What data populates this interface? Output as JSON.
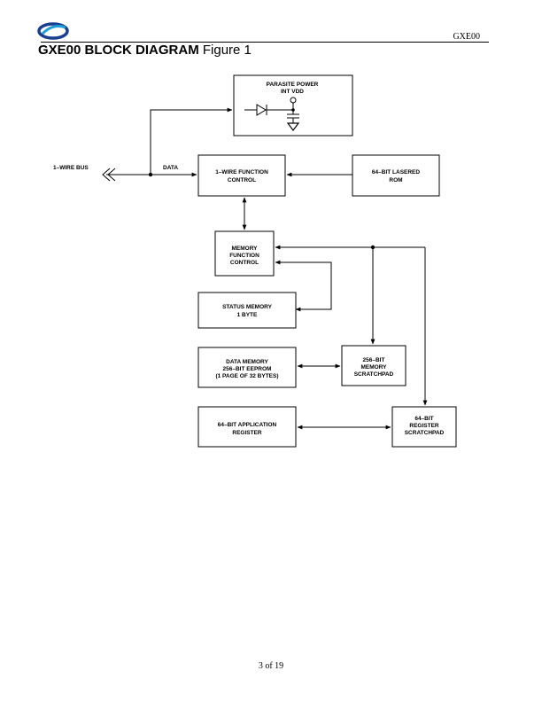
{
  "header": {
    "doc_id": "GXE00"
  },
  "title": {
    "bold": "GXE00 BLOCK DIAGRAM",
    "normal": "Figure 1"
  },
  "diagram": {
    "nodes": {
      "parasite_power": [
        "PARASITE POWER",
        "INT VDD"
      ],
      "wire_function": [
        "1–WIRE FUNCTION",
        "CONTROL"
      ],
      "lasered_rom": [
        "64–BIT LASERED",
        "ROM"
      ],
      "memory_function": [
        "MEMORY",
        "FUNCTION",
        "CONTROL"
      ],
      "status_memory": [
        "STATUS MEMORY",
        "1 BYTE"
      ],
      "data_memory": [
        "DATA MEMORY",
        "256–BIT EEPROM",
        "(1 PAGE OF 32 BYTES)"
      ],
      "memory_scratchpad": [
        "256–BIT",
        "MEMORY",
        "SCRATCHPAD"
      ],
      "app_register": [
        "64–BIT APPLICATION",
        "REGISTER"
      ],
      "register_scratchpad": [
        "64–BIT",
        "REGISTER",
        "SCRATCHPAD"
      ]
    },
    "labels": {
      "bus": "1–WIRE BUS",
      "data": "DATA"
    }
  },
  "footer": {
    "page": "3 of 19"
  }
}
